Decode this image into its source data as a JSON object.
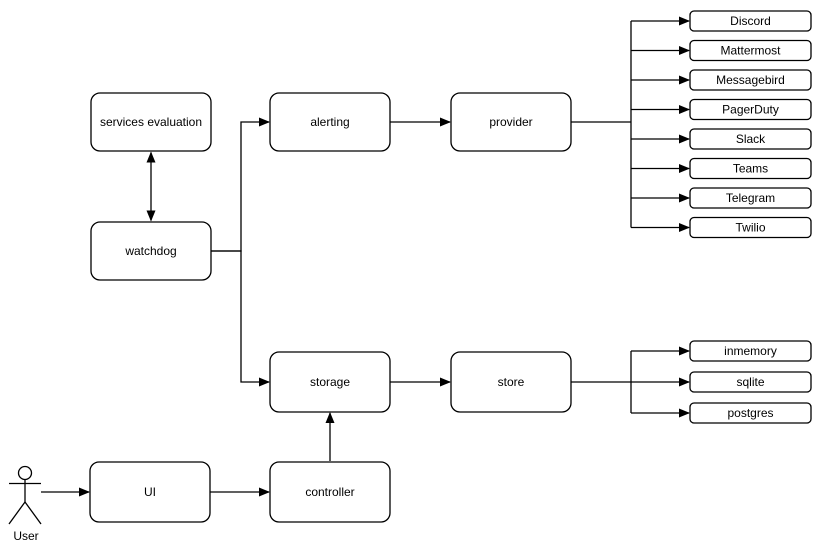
{
  "diagram": {
    "colors": {
      "stroke": "#000000",
      "fill": "#ffffff",
      "background": "#ffffff",
      "text": "#000000"
    },
    "actor": {
      "label": "User"
    },
    "nodes": [
      {
        "id": "services-evaluation",
        "label": "services evaluation"
      },
      {
        "id": "watchdog",
        "label": "watchdog"
      },
      {
        "id": "alerting",
        "label": "alerting"
      },
      {
        "id": "provider",
        "label": "provider"
      },
      {
        "id": "storage",
        "label": "storage"
      },
      {
        "id": "store",
        "label": "store"
      },
      {
        "id": "ui",
        "label": "UI"
      },
      {
        "id": "controller",
        "label": "controller"
      }
    ],
    "providers": [
      "Discord",
      "Mattermost",
      "Messagebird",
      "PagerDuty",
      "Slack",
      "Teams",
      "Telegram",
      "Twilio"
    ],
    "stores": [
      "inmemory",
      "sqlite",
      "postgres"
    ],
    "edges": [
      {
        "from": "user",
        "to": "UI",
        "type": "arrow"
      },
      {
        "from": "UI",
        "to": "controller",
        "type": "arrow"
      },
      {
        "from": "controller",
        "to": "storage",
        "type": "arrow"
      },
      {
        "from": "watchdog",
        "to": "services evaluation",
        "type": "bidirectional"
      },
      {
        "from": "watchdog",
        "to": "alerting",
        "type": "arrow"
      },
      {
        "from": "watchdog",
        "to": "storage",
        "type": "arrow"
      },
      {
        "from": "alerting",
        "to": "provider",
        "type": "arrow"
      },
      {
        "from": "provider",
        "to": "Discord|Mattermost|Messagebird|PagerDuty|Slack|Teams|Telegram|Twilio",
        "type": "fanout"
      },
      {
        "from": "storage",
        "to": "store",
        "type": "arrow"
      },
      {
        "from": "store",
        "to": "inmemory|sqlite|postgres",
        "type": "fanout"
      }
    ]
  }
}
